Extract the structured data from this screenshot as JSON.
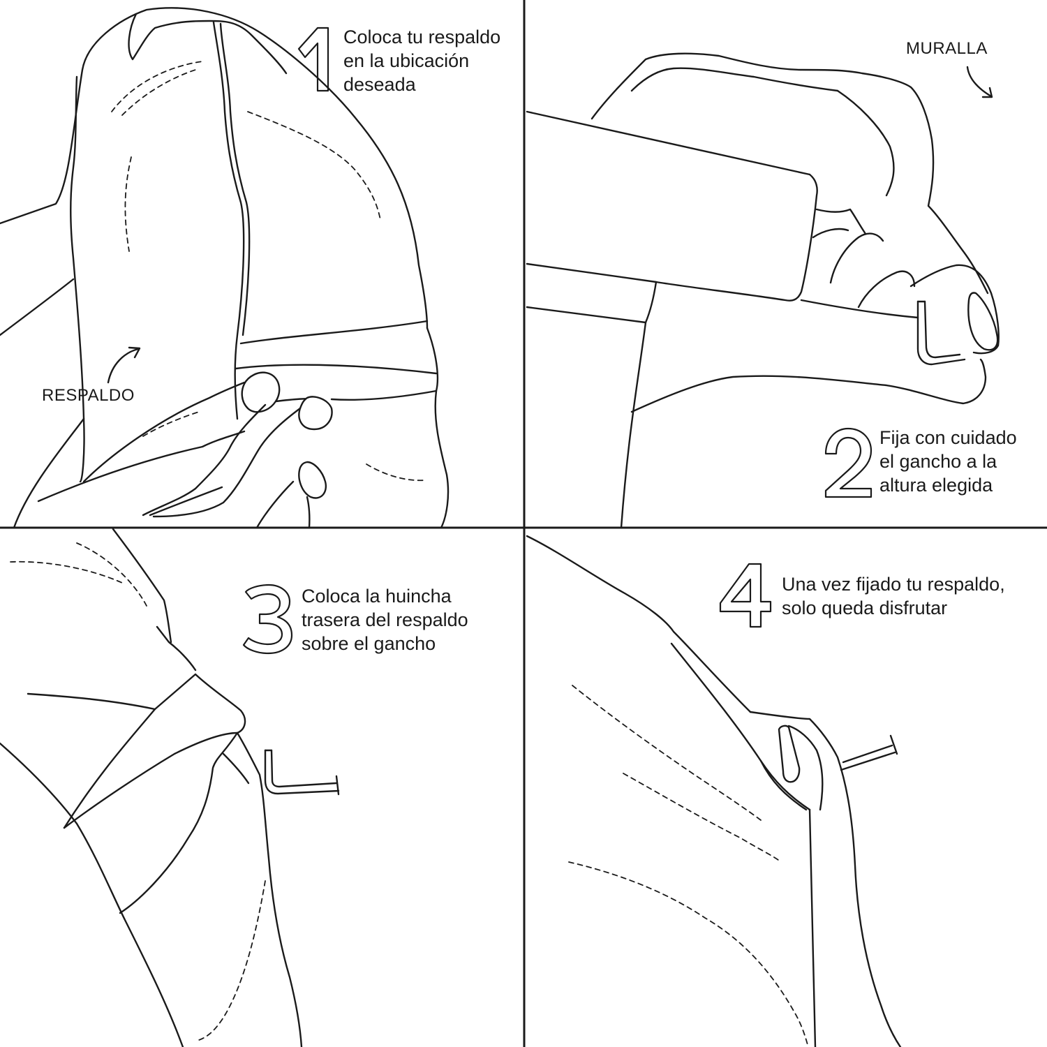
{
  "steps": [
    {
      "number": "1",
      "lines": [
        "Coloca tu respaldo",
        "en la ubicación",
        "deseada"
      ]
    },
    {
      "number": "2",
      "lines": [
        "Fija con cuidado",
        "el gancho a la",
        "altura elegida"
      ]
    },
    {
      "number": "3",
      "lines": [
        "Coloca la huincha",
        "trasera del respaldo",
        "sobre el gancho"
      ]
    },
    {
      "number": "4",
      "lines": [
        "Una vez fijado tu respaldo,",
        "solo queda disfrutar"
      ]
    }
  ],
  "labels": {
    "respaldo": "RESPALDO",
    "muralla": "MURALLA"
  },
  "colors": {
    "line": "#1a1a1a",
    "background": "#ffffff"
  }
}
